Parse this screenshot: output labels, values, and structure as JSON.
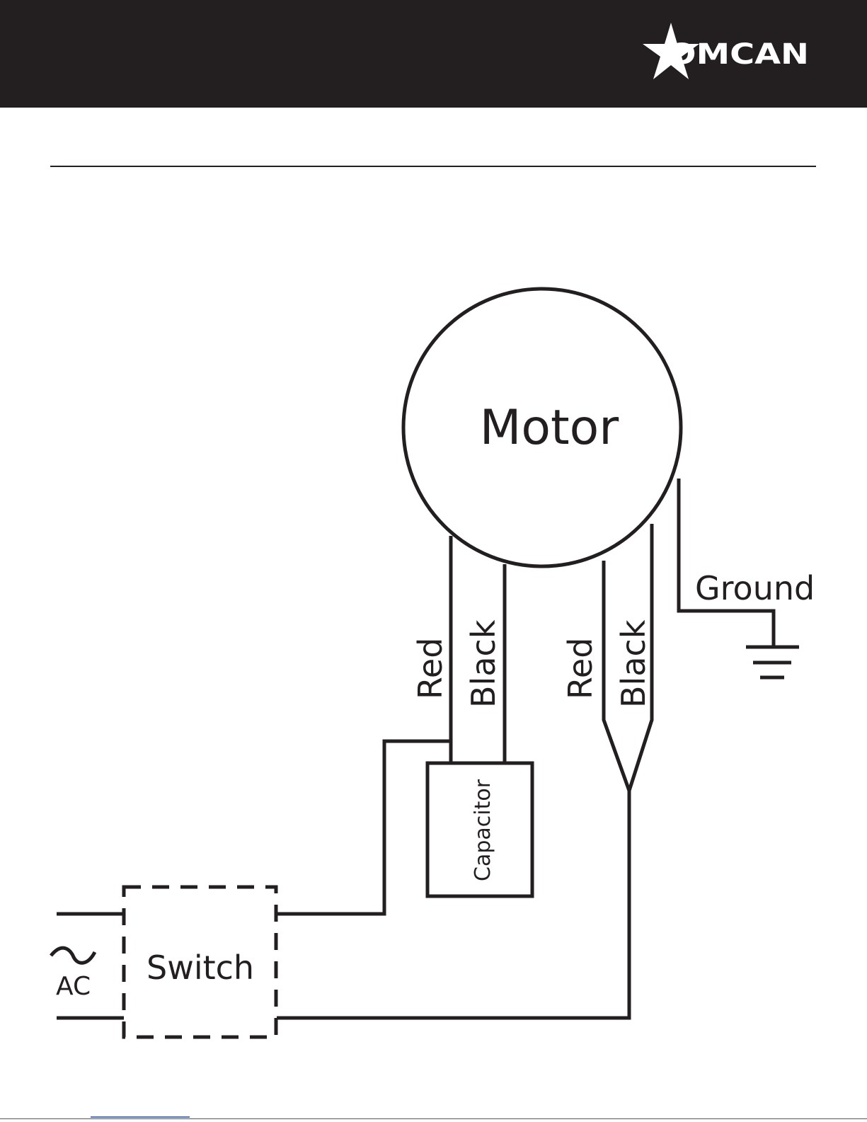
{
  "header": {
    "brand": "OMCAN",
    "colors": {
      "bar": "#231f20",
      "logo": "#ffffff"
    }
  },
  "diagram": {
    "motor_label": "Motor",
    "ground_label": "Ground",
    "wire_labels": [
      "Red",
      "Black",
      "Red",
      "Black"
    ],
    "capacitor_label": "Capacitor",
    "switch_label": "Switch",
    "ac_label": "AC",
    "ac_symbol": "~",
    "line_color": "#231f20"
  }
}
